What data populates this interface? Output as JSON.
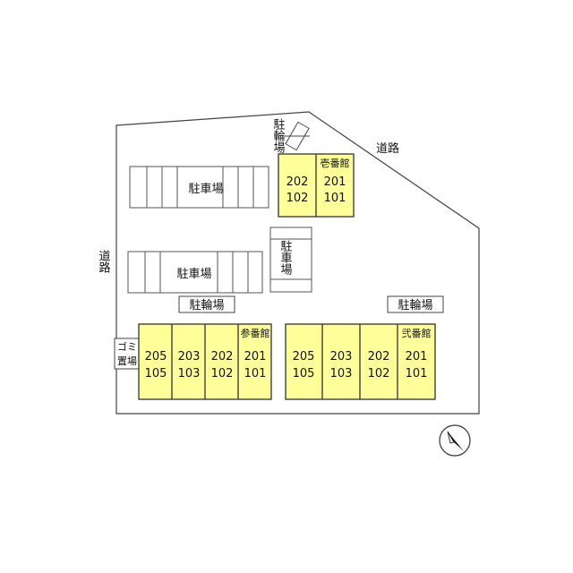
{
  "colors": {
    "building": "#ffff99",
    "line": "#444444",
    "text": "#111111"
  },
  "labels": {
    "road_right": "道路",
    "road_left": "道路",
    "bike_top": "駐輪場",
    "bike_mid": "駐輪場",
    "bike_right": "駐輪場",
    "parking_top": "駐車場",
    "parking_mid": "駐車場",
    "parking_vert": "駐車場",
    "garbage": "ゴミ置場"
  },
  "buildings": {
    "b1": {
      "name": "壱番館",
      "rooms": [
        [
          "202",
          "102"
        ],
        [
          "201",
          "101"
        ]
      ]
    },
    "b3": {
      "name": "参番館",
      "rooms": [
        [
          "205",
          "105"
        ],
        [
          "203",
          "103"
        ],
        [
          "202",
          "102"
        ],
        [
          "201",
          "101"
        ]
      ]
    },
    "b2": {
      "name": "弐番館",
      "rooms": [
        [
          "205",
          "105"
        ],
        [
          "203",
          "103"
        ],
        [
          "202",
          "102"
        ],
        [
          "201",
          "101"
        ]
      ]
    }
  },
  "compass": {
    "icon": "north-arrow-icon"
  }
}
